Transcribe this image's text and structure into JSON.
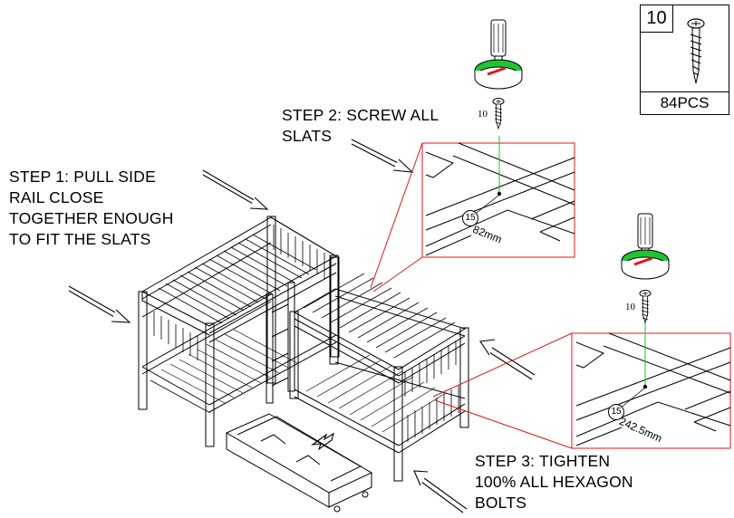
{
  "steps": {
    "step1": [
      "STEP 1: PULL SIDE",
      "RAIL CLOSE",
      "TOGETHER ENOUGH",
      "TO FIT THE SLATS"
    ],
    "step2": [
      "STEP 2: SCREW ALL",
      "SLATS"
    ],
    "step3": [
      "STEP 3: TIGHTEN",
      "100% ALL HEXAGON",
      "BOLTS"
    ]
  },
  "callouts": {
    "upper": {
      "part_number": "10",
      "hole_marker": "15",
      "dimension": "82mm"
    },
    "lower": {
      "part_number": "10",
      "hole_marker": "15",
      "dimension": "242.5mm"
    }
  },
  "parts_box": {
    "part_id": "10",
    "quantity": "84PCS"
  },
  "colors": {
    "line": "#000000",
    "detail_frame": "#e0161b",
    "guide_line": "#1fbf2a",
    "screwdriver_cap": "#20c431",
    "screwdriver_mark": "#e0161b"
  },
  "icons": {
    "screwdriver": "screwdriver-icon",
    "screw": "screw-icon",
    "arrow": "arrow-icon"
  }
}
